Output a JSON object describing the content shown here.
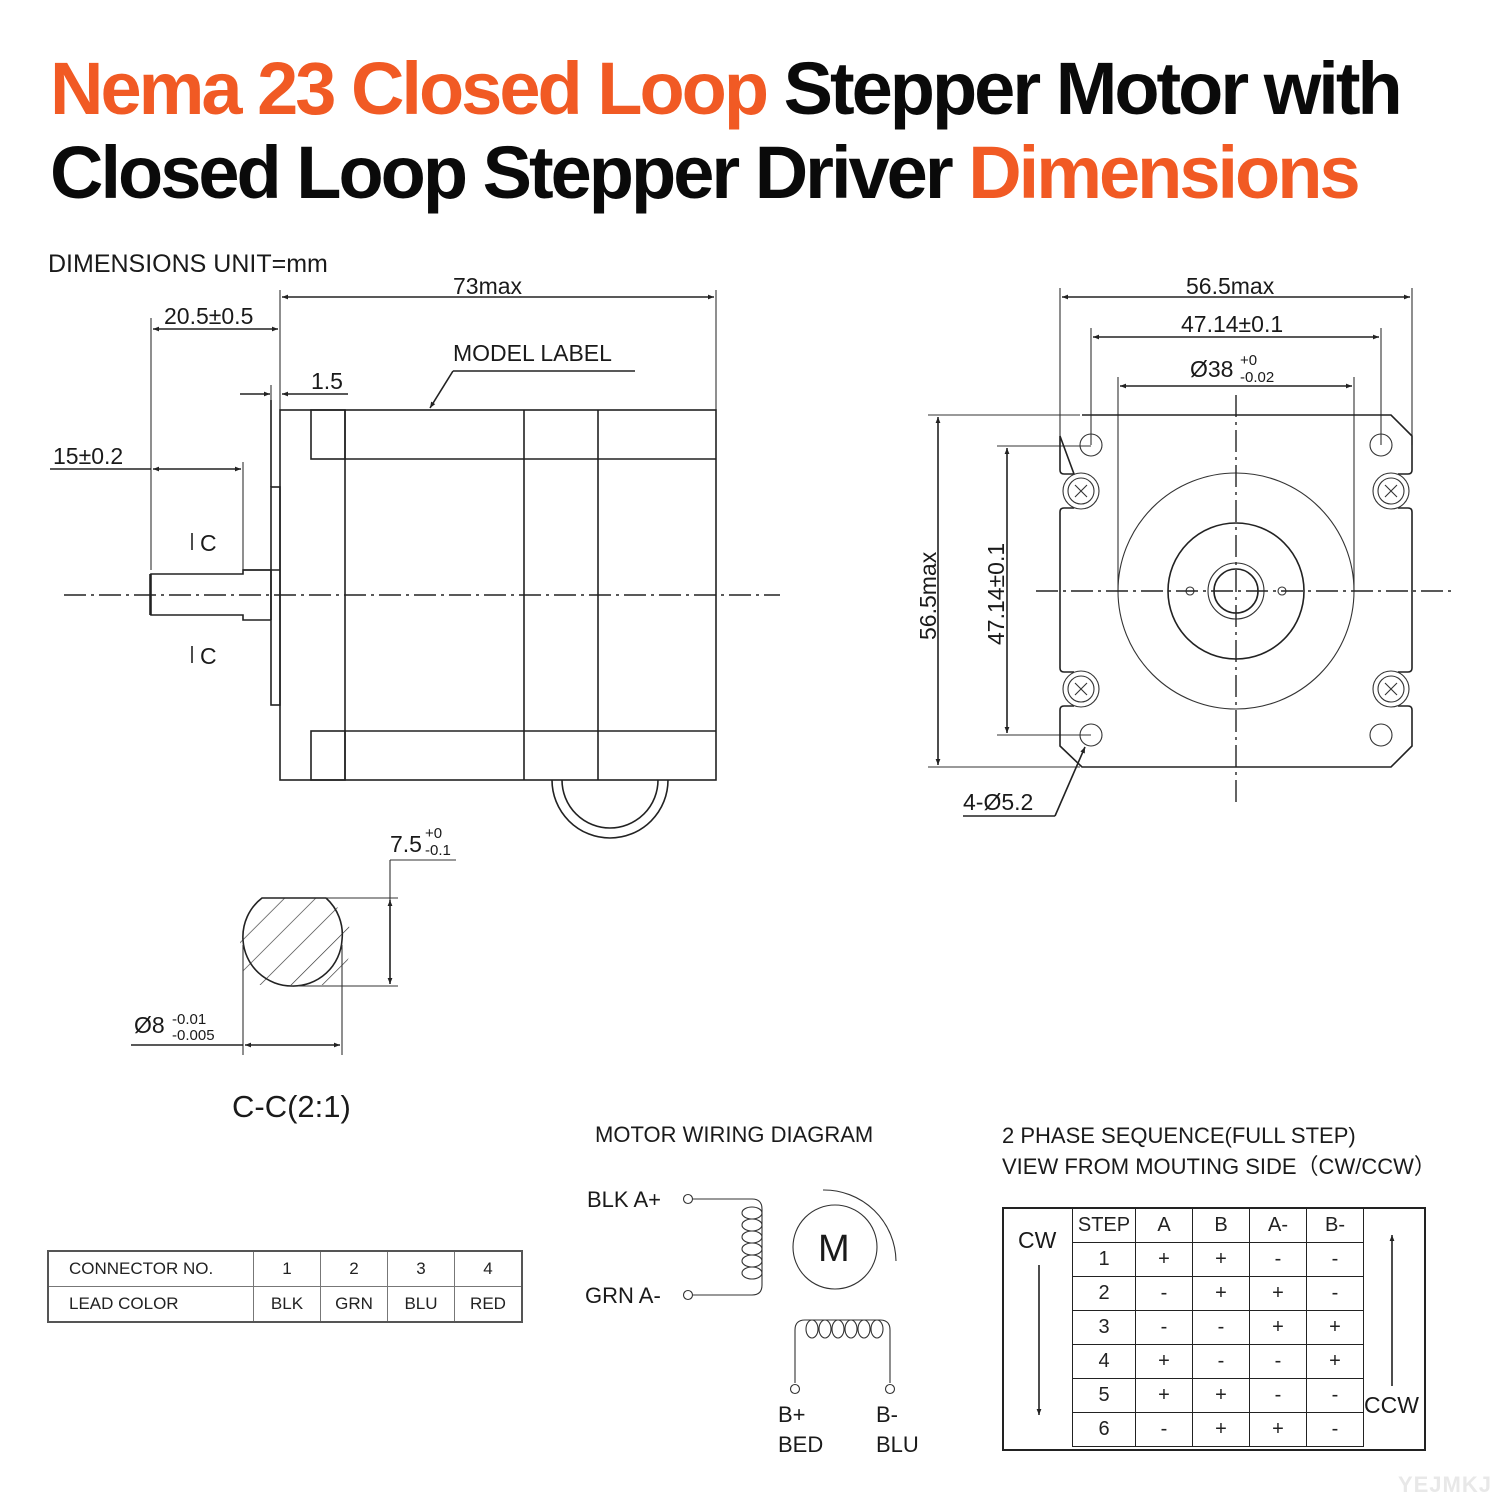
{
  "title": {
    "line1_accent": "Nema 23 Closed Loop",
    "line1_dark": " Stepper Motor with",
    "line2_dark": "Closed Loop Stepper Driver ",
    "line2_accent": "Dimensions",
    "accent_color": "#f15a24"
  },
  "units_label": "DIMENSIONS UNIT=mm",
  "side_view": {
    "overall_length": "73max",
    "shaft_length": "20.5±0.5",
    "flange_thickness": "1.5",
    "flat_length": "15±0.2",
    "model_label": "MODEL LABEL",
    "section_marker_top": "C",
    "section_marker_bottom": "C"
  },
  "front_view": {
    "width": "56.5max",
    "hole_spacing": "47.14±0.1",
    "pilot_diameter": "Ø38",
    "pilot_tol_upper": "+0",
    "pilot_tol_lower": "-0.02",
    "height": "56.5max",
    "hole_spacing_vertical": "47.14±0.1",
    "mount_holes": "4-Ø5.2"
  },
  "section_view": {
    "flat_dim": "7.5",
    "flat_tol_upper": "+0",
    "flat_tol_lower": "-0.1",
    "shaft_dia": "Ø8",
    "shaft_tol_upper": "-0.01",
    "shaft_tol_lower": "-0.005",
    "caption": "C-C(2:1)"
  },
  "connector_table": {
    "row_headers": [
      "CONNECTOR NO.",
      "LEAD COLOR"
    ],
    "numbers": [
      "1",
      "2",
      "3",
      "4"
    ],
    "colors": [
      "BLK",
      "GRN",
      "BLU",
      "RED"
    ]
  },
  "wiring": {
    "title": "MOTOR WIRING DIAGRAM",
    "a_plus": "BLK A+",
    "a_minus": "GRN A-",
    "motor_symbol": "M",
    "b_plus": "B+",
    "b_plus_color": "BED",
    "b_minus": "B-",
    "b_minus_color": "BLU"
  },
  "sequence": {
    "title_line1": "2 PHASE SEQUENCE(FULL STEP)",
    "title_line2": "VIEW FROM MOUTING SIDE（CW/CCW）",
    "cw_label": "CW",
    "ccw_label": "CCW",
    "headers": [
      "STEP",
      "A",
      "B",
      "A-",
      "B-"
    ],
    "rows": [
      [
        "1",
        "+",
        "+",
        "-",
        "-"
      ],
      [
        "2",
        "-",
        "+",
        "+",
        "-"
      ],
      [
        "3",
        "-",
        "-",
        "+",
        "+"
      ],
      [
        "4",
        "+",
        "-",
        "-",
        "+"
      ],
      [
        "5",
        "+",
        "+",
        "-",
        "-"
      ],
      [
        "6",
        "-",
        "+",
        "+",
        "-"
      ]
    ]
  },
  "watermark": "YEJMKJ"
}
